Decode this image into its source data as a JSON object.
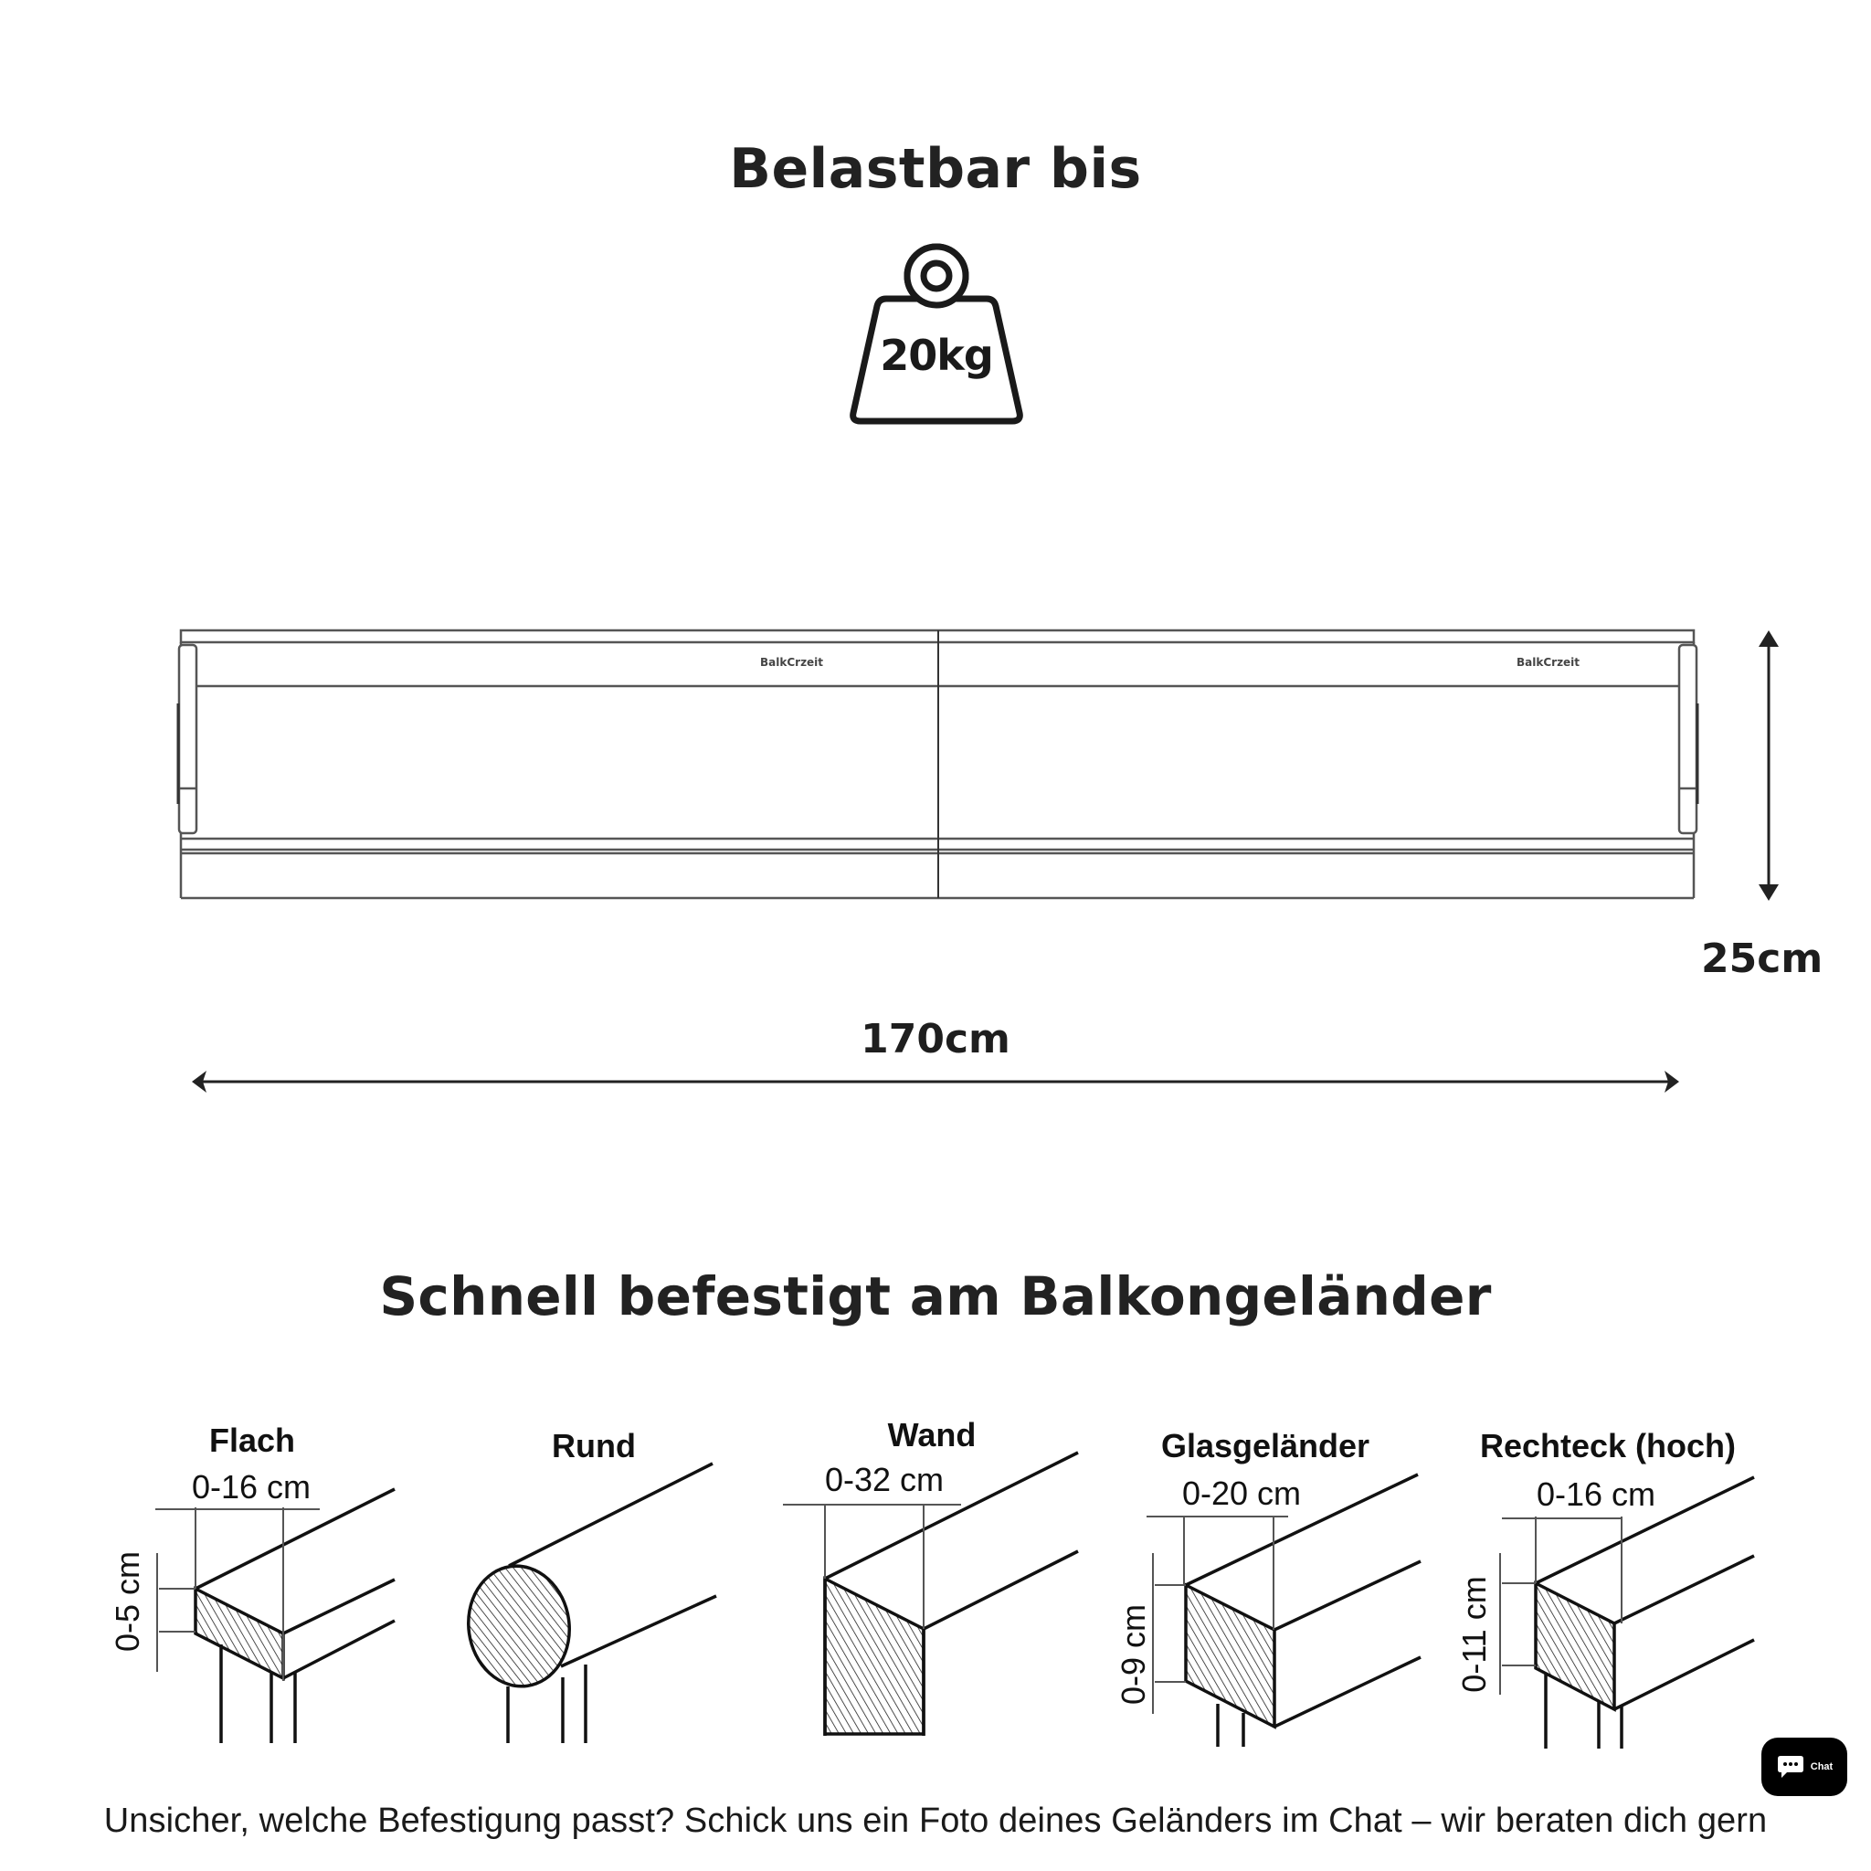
{
  "load_section": {
    "title": "Belastbar bis",
    "weight_icon": "weight-icon",
    "weight_label": "20kg"
  },
  "product_drawing": {
    "brand_label_left": "BalkCrzeit",
    "brand_label_right": "BalkCrzeit",
    "width_label": "170cm",
    "height_label": "25cm"
  },
  "mount_section": {
    "title": "Schnell befestigt am Balkongeländer",
    "rails": [
      {
        "name": "Flach",
        "width_range": "0-16 cm",
        "height_range": "0-5 cm",
        "profile": "flat"
      },
      {
        "name": "Rund",
        "width_range": "",
        "height_range": "",
        "profile": "round"
      },
      {
        "name": "Wand",
        "width_range": "0-32 cm",
        "height_range": "",
        "profile": "wall"
      },
      {
        "name": "Glasgeländer",
        "width_range": "0-20 cm",
        "height_range": "0-9 cm",
        "profile": "glass"
      },
      {
        "name": "Rechteck (hoch)",
        "width_range": "0-16 cm",
        "height_range": "0-11 cm",
        "profile": "rect-high"
      }
    ]
  },
  "footer": {
    "text": "Unsicher, welche Befestigung passt? Schick uns ein Foto deines Geländers im Chat – wir beraten dich gern"
  },
  "chat_widget": {
    "label": "Chat",
    "icon": "chat-bubble-icon",
    "background": "#000000"
  }
}
